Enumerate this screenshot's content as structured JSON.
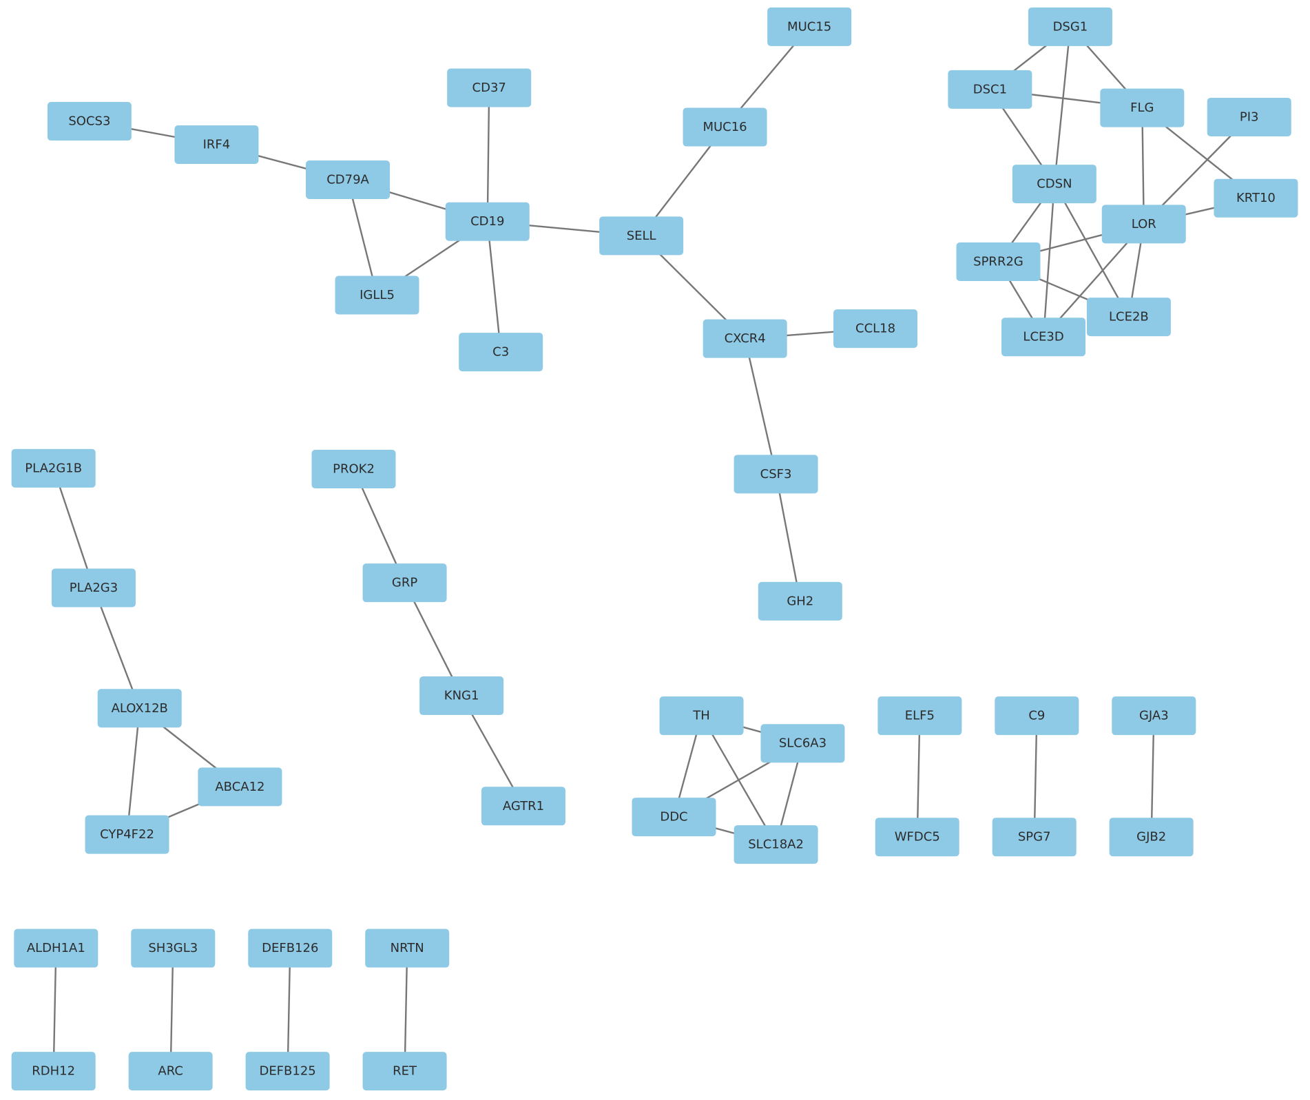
{
  "network": {
    "node_color": "#8ecae6",
    "edge_color": "#777777",
    "nodes": [
      {
        "id": "SOCS3",
        "label": "SOCS3"
      },
      {
        "id": "IRF4",
        "label": "IRF4"
      },
      {
        "id": "CD79A",
        "label": "CD79A"
      },
      {
        "id": "CD37",
        "label": "CD37"
      },
      {
        "id": "CD19",
        "label": "CD19"
      },
      {
        "id": "IGLL5",
        "label": "IGLL5"
      },
      {
        "id": "C3",
        "label": "C3"
      },
      {
        "id": "SELL",
        "label": "SELL"
      },
      {
        "id": "MUC16",
        "label": "MUC16"
      },
      {
        "id": "MUC15",
        "label": "MUC15"
      },
      {
        "id": "CXCR4",
        "label": "CXCR4"
      },
      {
        "id": "CCL18",
        "label": "CCL18"
      },
      {
        "id": "CSF3",
        "label": "CSF3"
      },
      {
        "id": "GH2",
        "label": "GH2"
      },
      {
        "id": "DSG1",
        "label": "DSG1"
      },
      {
        "id": "DSC1",
        "label": "DSC1"
      },
      {
        "id": "FLG",
        "label": "FLG"
      },
      {
        "id": "PI3",
        "label": "PI3"
      },
      {
        "id": "CDSN",
        "label": "CDSN"
      },
      {
        "id": "KRT10",
        "label": "KRT10"
      },
      {
        "id": "LOR",
        "label": "LOR"
      },
      {
        "id": "SPRR2G",
        "label": "SPRR2G"
      },
      {
        "id": "LCE2B",
        "label": "LCE2B"
      },
      {
        "id": "LCE3D",
        "label": "LCE3D"
      },
      {
        "id": "PLA2G1B",
        "label": "PLA2G1B"
      },
      {
        "id": "PLA2G3",
        "label": "PLA2G3"
      },
      {
        "id": "ALOX12B",
        "label": "ALOX12B"
      },
      {
        "id": "ABCA12",
        "label": "ABCA12"
      },
      {
        "id": "CYP4F22",
        "label": "CYP4F22"
      },
      {
        "id": "PROK2",
        "label": "PROK2"
      },
      {
        "id": "GRP",
        "label": "GRP"
      },
      {
        "id": "KNG1",
        "label": "KNG1"
      },
      {
        "id": "AGTR1",
        "label": "AGTR1"
      },
      {
        "id": "TH",
        "label": "TH"
      },
      {
        "id": "SLC6A3",
        "label": "SLC6A3"
      },
      {
        "id": "DDC",
        "label": "DDC"
      },
      {
        "id": "SLC18A2",
        "label": "SLC18A2"
      },
      {
        "id": "ELF5",
        "label": "ELF5"
      },
      {
        "id": "WFDC5",
        "label": "WFDC5"
      },
      {
        "id": "C9",
        "label": "C9"
      },
      {
        "id": "SPG7",
        "label": "SPG7"
      },
      {
        "id": "GJA3",
        "label": "GJA3"
      },
      {
        "id": "GJB2",
        "label": "GJB2"
      },
      {
        "id": "ALDH1A1",
        "label": "ALDH1A1"
      },
      {
        "id": "RDH12",
        "label": "RDH12"
      },
      {
        "id": "SH3GL3",
        "label": "SH3GL3"
      },
      {
        "id": "ARC",
        "label": "ARC"
      },
      {
        "id": "DEFB126",
        "label": "DEFB126"
      },
      {
        "id": "DEFB125",
        "label": "DEFB125"
      },
      {
        "id": "NRTN",
        "label": "NRTN"
      },
      {
        "id": "RET",
        "label": "RET"
      }
    ],
    "edges": [
      [
        "SOCS3",
        "IRF4"
      ],
      [
        "IRF4",
        "CD79A"
      ],
      [
        "CD79A",
        "CD19"
      ],
      [
        "CD79A",
        "IGLL5"
      ],
      [
        "IGLL5",
        "CD19"
      ],
      [
        "CD37",
        "CD19"
      ],
      [
        "CD19",
        "C3"
      ],
      [
        "CD19",
        "SELL"
      ],
      [
        "SELL",
        "MUC16"
      ],
      [
        "MUC16",
        "MUC15"
      ],
      [
        "SELL",
        "CXCR4"
      ],
      [
        "CXCR4",
        "CCL18"
      ],
      [
        "CXCR4",
        "CSF3"
      ],
      [
        "CSF3",
        "GH2"
      ],
      [
        "DSG1",
        "DSC1"
      ],
      [
        "DSG1",
        "FLG"
      ],
      [
        "DSG1",
        "CDSN"
      ],
      [
        "DSC1",
        "FLG"
      ],
      [
        "DSC1",
        "CDSN"
      ],
      [
        "FLG",
        "LOR"
      ],
      [
        "FLG",
        "KRT10"
      ],
      [
        "PI3",
        "LOR"
      ],
      [
        "KRT10",
        "LOR"
      ],
      [
        "CDSN",
        "SPRR2G"
      ],
      [
        "CDSN",
        "LCE3D"
      ],
      [
        "CDSN",
        "LCE2B"
      ],
      [
        "LOR",
        "SPRR2G"
      ],
      [
        "LOR",
        "LCE3D"
      ],
      [
        "LOR",
        "LCE2B"
      ],
      [
        "SPRR2G",
        "LCE3D"
      ],
      [
        "SPRR2G",
        "LCE2B"
      ],
      [
        "PLA2G1B",
        "PLA2G3"
      ],
      [
        "PLA2G3",
        "ALOX12B"
      ],
      [
        "ALOX12B",
        "ABCA12"
      ],
      [
        "ALOX12B",
        "CYP4F22"
      ],
      [
        "ABCA12",
        "CYP4F22"
      ],
      [
        "PROK2",
        "GRP"
      ],
      [
        "GRP",
        "KNG1"
      ],
      [
        "KNG1",
        "AGTR1"
      ],
      [
        "TH",
        "SLC6A3"
      ],
      [
        "TH",
        "DDC"
      ],
      [
        "TH",
        "SLC18A2"
      ],
      [
        "SLC6A3",
        "DDC"
      ],
      [
        "SLC6A3",
        "SLC18A2"
      ],
      [
        "DDC",
        "SLC18A2"
      ],
      [
        "ELF5",
        "WFDC5"
      ],
      [
        "C9",
        "SPG7"
      ],
      [
        "GJA3",
        "GJB2"
      ],
      [
        "ALDH1A1",
        "RDH12"
      ],
      [
        "SH3GL3",
        "ARC"
      ],
      [
        "DEFB126",
        "DEFB125"
      ],
      [
        "NRTN",
        "RET"
      ]
    ]
  }
}
